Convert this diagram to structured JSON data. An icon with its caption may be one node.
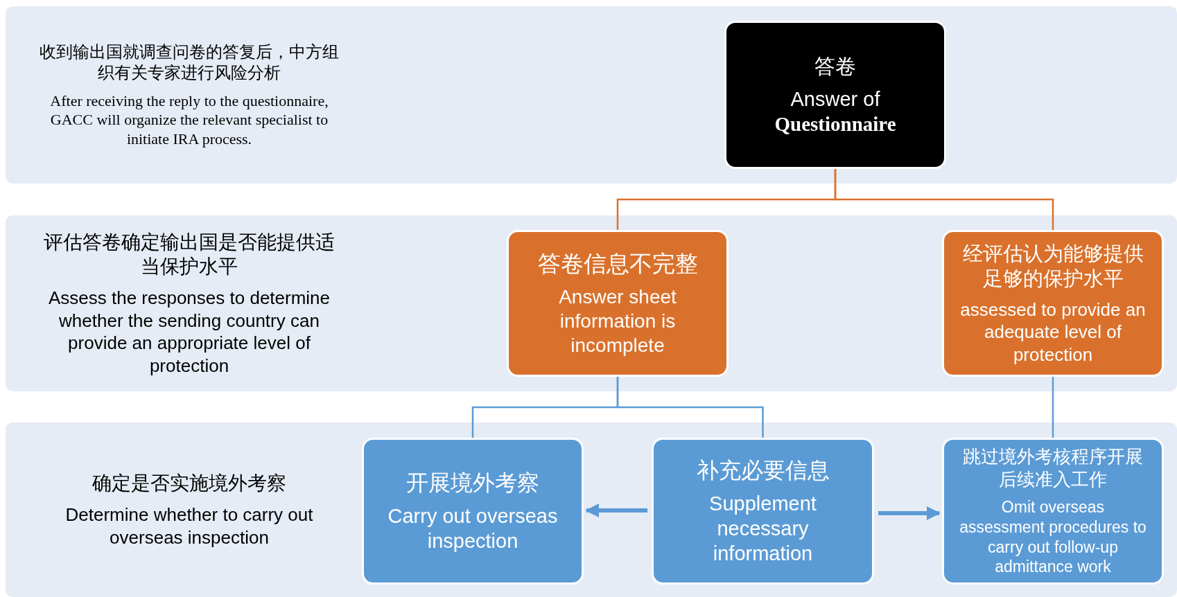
{
  "diagram": {
    "nodes": [
      {
        "text": [
          "收到输出国就调查问卷的答复后，中方组织有关专家进行风险分析",
          "After receiving the reply to the questionnaire, GACC will organize the relevant specialist to initiate IRA process."
        ]
      },
      {
        "text": [
          "答卷",
          "Answer of **Questionnaire**"
        ],
        "in": 0
      },
      {
        "text": [
          "评估答卷确定输出国是否能提供适当保护水平",
          "Assess the responses to determine whether the sending country can provide an appropriate level of protection"
        ]
      },
      {
        "text": [
          "答卷信息不完整",
          "Answer sheet information is incomplete"
        ],
        "in": 2
      },
      {
        "text": [
          "经评估认为能够提供足够的保护水平",
          "assessed to provide an adequate level of protection"
        ],
        "in": 2
      },
      {
        "text": [
          "确定是否实施境外考察",
          "Determine whether to carry out overseas inspection"
        ]
      },
      {
        "text": [
          "开展境外考察",
          "Carry out overseas inspection"
        ],
        "in": 5
      },
      {
        "text": [
          "补充必要信息",
          "Supplement necessary information"
        ],
        "in": 5
      },
      {
        "text": [
          "跳过境外考核程序开展后续准入工作",
          "Omit overseas assessment procedures to carry out follow-up admittance work"
        ],
        "in": 5
      }
    ],
    "edges": [
      {
        "from": 1,
        "to": 3,
        "arrow": "none",
        "color": "#d9712c"
      },
      {
        "from": 1,
        "to": 4,
        "arrow": "none",
        "color": "#d9712c"
      },
      {
        "from": 3,
        "to": 6,
        "arrow": "none"
      },
      {
        "from": 3,
        "to": 7,
        "arrow": "none"
      },
      {
        "from": 4,
        "to": 8,
        "arrow": "none"
      },
      {
        "from": 7,
        "to": 6,
        "arrow": "to",
        "style": "thick"
      },
      {
        "from": 7,
        "to": 8,
        "arrow": "to",
        "style": "thick"
      }
    ]
  }
}
